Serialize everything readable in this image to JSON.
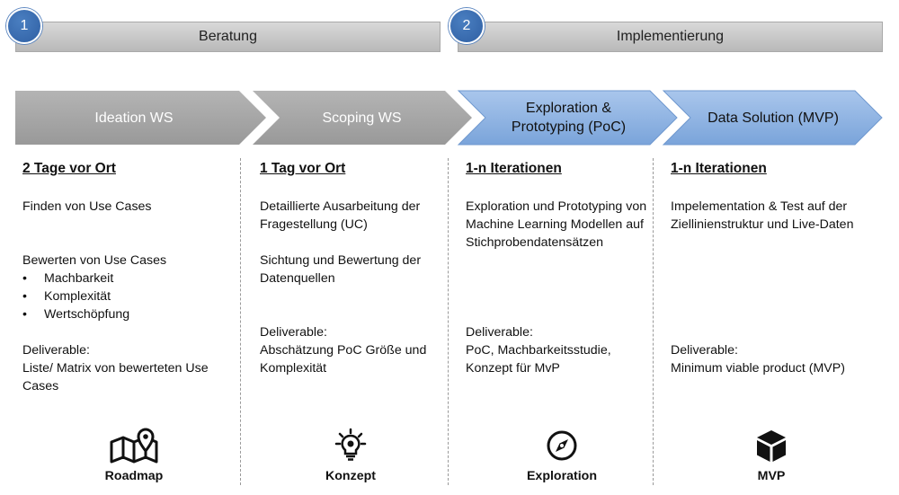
{
  "phases": [
    {
      "number": "1",
      "label": "Beratung"
    },
    {
      "number": "2",
      "label": "Implementierung"
    }
  ],
  "steps": [
    {
      "label": "Ideation WS",
      "style": "gray"
    },
    {
      "label": "Scoping WS",
      "style": "gray"
    },
    {
      "label": "Exploration & Prototyping (PoC)",
      "style": "blue"
    },
    {
      "label": "Data Solution (MVP)",
      "style": "blue"
    }
  ],
  "colors": {
    "gray_arrow": "#a6a6a6",
    "blue_arrow": "#8db3e2",
    "phase_circle": "#2f5fa3"
  },
  "columns": [
    {
      "heading": "2 Tage vor Ort",
      "para1": "Finden von Use Cases",
      "para2": "Bewerten von Use Cases",
      "bullets": [
        "Machbarkeit",
        "Komplexität",
        "Wertschöpfung"
      ],
      "deliverable_label": "Deliverable:",
      "deliverable": "Liste/ Matrix von bewerteten Use Cases",
      "icon": "roadmap-icon",
      "icon_label": "Roadmap"
    },
    {
      "heading": "1 Tag vor Ort",
      "para1": "Detaillierte Ausarbeitung der Fragestellung (UC)",
      "para2": "Sichtung und Bewertung der Datenquellen",
      "deliverable_label": "Deliverable:",
      "deliverable": "Abschätzung PoC Größe und Komplexität",
      "icon": "lightbulb-icon",
      "icon_label": "Konzept"
    },
    {
      "heading": "1-n Iterationen",
      "para1": "Exploration und Prototyping von Machine Learning Modellen auf Stichprobendatensätzen",
      "deliverable_label": "Deliverable:",
      "deliverable": "PoC, Machbarkeitsstudie, Konzept für MvP",
      "icon": "compass-icon",
      "icon_label": "Exploration"
    },
    {
      "heading": "1-n Iterationen",
      "para1": "Impelementation & Test auf der Ziellinienstruktur und Live-Daten",
      "deliverable_label": "Deliverable:",
      "deliverable": "Minimum viable product (MVP)",
      "icon": "cube-icon",
      "icon_label": "MVP"
    }
  ]
}
